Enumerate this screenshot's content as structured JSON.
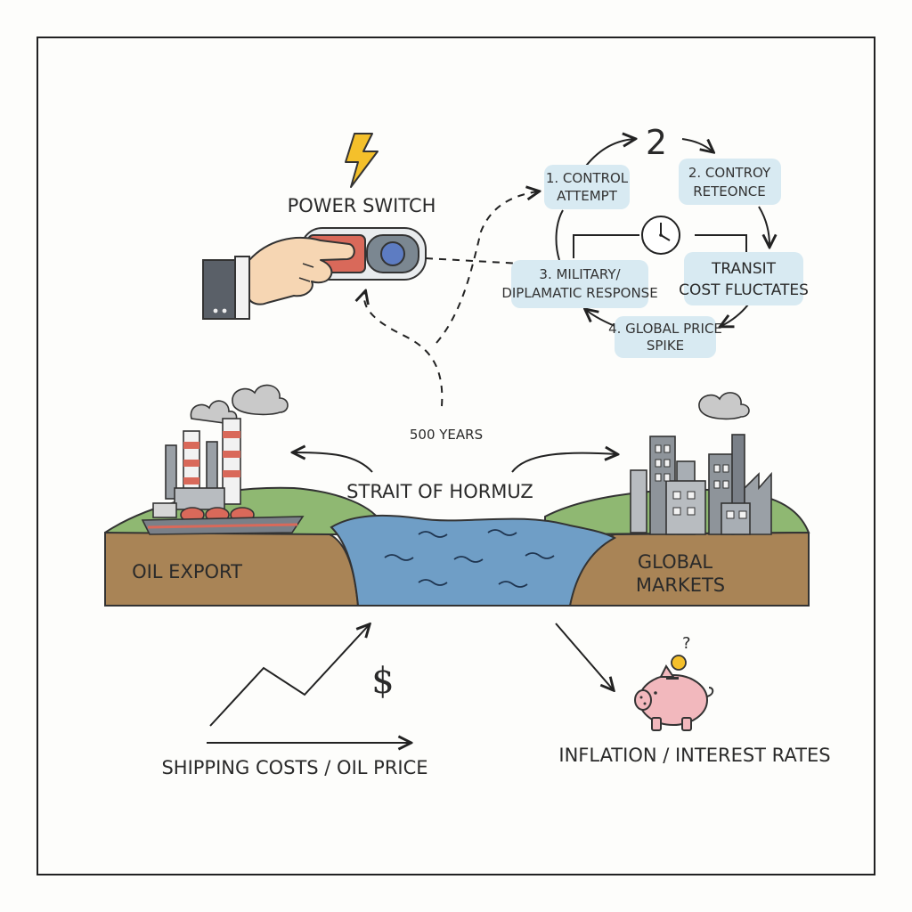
{
  "colors": {
    "frame": "#222222",
    "water": "#6f9ec6",
    "soil": "#a98456",
    "grass": "#8fb872",
    "bubble": "#d8eaf2",
    "pig": "#f2b8bd",
    "bolt": "#f4c02b",
    "switch_red": "#d9695a"
  },
  "icons": [
    "lightning-bolt-icon",
    "hand-icon",
    "power-switch-icon",
    "clock-icon",
    "factory-icon",
    "oil-tanker-icon",
    "city-skyline-icon",
    "piggy-bank-icon",
    "coin-icon",
    "dollar-sign-icon",
    "trend-line-icon"
  ],
  "power_switch": {
    "label": "POWER SWITCH"
  },
  "cycle": {
    "number": "2",
    "steps": [
      {
        "line1": "1. CONTROL",
        "line2": "ATTEMPT"
      },
      {
        "line1": "2. CONTROY",
        "line2": "RETEONCE"
      },
      {
        "line1": "TRANSIT",
        "line2": "COST FLUCTATES"
      },
      {
        "line1": "4. GLOBAL PRICE",
        "line2": "SPIKE"
      },
      {
        "line1": "3.   MILITARY/",
        "line2": "DIPLAMATIC RESPONSE"
      }
    ]
  },
  "timeline": {
    "label": "500 YEARS"
  },
  "strait": {
    "label": "STRAIT OF HORMUZ"
  },
  "left_land": {
    "label": "OIL EXPORT"
  },
  "right_land": {
    "line1": "GLOBAL",
    "line2": "MARKETS"
  },
  "shipping": {
    "label": "SHIPPING COSTS / OIL PRICE",
    "symbol": "$"
  },
  "inflation": {
    "label": "INFLATION / INTEREST RATES",
    "symbol": "?"
  }
}
